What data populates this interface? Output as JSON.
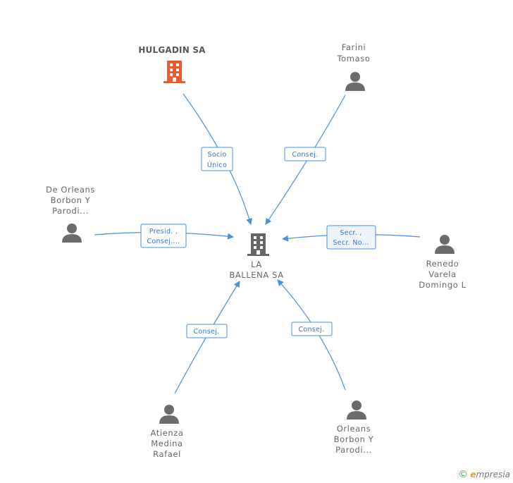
{
  "center": {
    "lines": [
      "LA",
      "BALLENA SA"
    ],
    "color": "#666666"
  },
  "nodes": {
    "hulgadin": {
      "lines": [
        "HULGADIN SA"
      ],
      "color": "#ee5a2a"
    },
    "farini": {
      "lines": [
        "Farini",
        "Tomaso"
      ]
    },
    "deorleans": {
      "lines": [
        "De Orleans",
        "Borbon Y",
        "Parodi..."
      ]
    },
    "renedo": {
      "lines": [
        "Renedo",
        "Varela",
        "Domingo L"
      ]
    },
    "atienza": {
      "lines": [
        "Atienza",
        "Medina",
        "Rafael"
      ]
    },
    "orleans": {
      "lines": [
        "Orleans",
        "Borbon Y",
        "Parodi..."
      ]
    }
  },
  "edges": {
    "hulgadin": {
      "lines": [
        "Socio",
        "Único"
      ]
    },
    "farini": {
      "lines": [
        "Consej."
      ]
    },
    "deorleans": {
      "lines": [
        "Presid. ,",
        "Consej...."
      ]
    },
    "renedo": {
      "lines": [
        "Secr. ,",
        "Secr. No..."
      ]
    },
    "atienza": {
      "lines": [
        "Consej."
      ]
    },
    "orleans": {
      "lines": [
        "Consej."
      ]
    }
  },
  "colors": {
    "edge": "#4a90d9",
    "person": "#6b6b6b",
    "company_highlight": "#ee5a2a"
  },
  "footer": {
    "copyright": "©",
    "brand_initial": "e",
    "brand_rest": "mpresia"
  }
}
